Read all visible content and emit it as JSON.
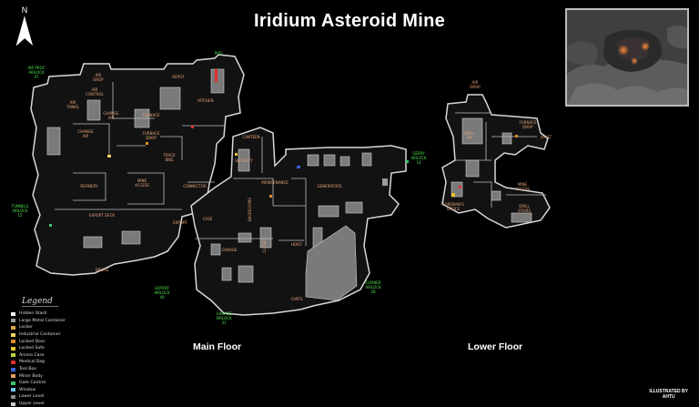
{
  "title": "Iridium Asteroid Mine",
  "compass": {
    "label": "N",
    "icon": "north-arrow-icon"
  },
  "floors": {
    "main": "Main Floor",
    "lower": "Lower Floor"
  },
  "credit": {
    "line1": "ILLUSTRATED BY",
    "line2": "AHTU"
  },
  "rooms_main": {
    "air_proc_airlock": [
      "AIR PROC",
      "AIRLOCK",
      "07"
    ],
    "air_drop": [
      "AIR",
      "DROP"
    ],
    "air_control": [
      "AIR",
      "CONTROL"
    ],
    "air_tanks": [
      "AIR",
      "TANKS"
    ],
    "change_air": [
      "CHANGE",
      "AIR"
    ],
    "depot": "DEPOT",
    "pod": "POD",
    "kitchen": "KITCHEN",
    "furnace": "FURNACE",
    "furnace_drop": [
      "FURNACE",
      "DROP"
    ],
    "track_bike": [
      "TRACK",
      "BIKE"
    ],
    "mine_access": [
      "MINE",
      "ACCESS"
    ],
    "refinery": "REFINERY",
    "connector": "CONNECTOR",
    "canteen": "CANTEEN",
    "security": "SECURITY",
    "maintenance": "MAINTENANCE",
    "generators": "GENERATORS",
    "gerry_airlock": [
      "GERRY",
      "AIRLOCK",
      "14"
    ],
    "tunnels_airlock": [
      "TUNNELS",
      "AIRLOCK",
      "15"
    ],
    "export_deck": "EXPORT DECK",
    "export": "EXPORT",
    "case": "CASE",
    "backrooms": "BACKROOMS",
    "garage": "GARAGE",
    "closet": "CLOSET",
    "hoist": "HOIST",
    "drums": "DRUMS",
    "export_airlock": [
      "EXPORT",
      "AIRLOCK",
      "40"
    ],
    "garage_airlock": [
      "GARAGE",
      "AIRLOCK",
      "31"
    ],
    "corner_airlock": [
      "CORNER",
      "AIRLOCK",
      "28"
    ],
    "carts": "CARTS"
  },
  "rooms_lower": {
    "air_drop": [
      "AIR",
      "DROP"
    ],
    "drill_pit": [
      "DRILL",
      "PIT"
    ],
    "furnace_drop": [
      "FURNACE",
      "DROP"
    ],
    "vault": "VAULT",
    "foremans_office": [
      "FOREMAN'S",
      "OFFICE"
    ],
    "mine_access": [
      "MINE",
      "ACCESS"
    ],
    "drill_stairs": [
      "DRILL",
      "STAIRS"
    ]
  },
  "legend": {
    "title": "Legend",
    "items": [
      {
        "label": "Hidden Stash",
        "color": "#ffffff",
        "icon": "hidden-stash-icon"
      },
      {
        "label": "Large Metal Container",
        "color": "#9b9b9b",
        "icon": "large-metal-container-icon"
      },
      {
        "label": "Locker",
        "color": "#d9a441",
        "icon": "locker-icon"
      },
      {
        "label": "Industrial Container",
        "color": "#f0d060",
        "icon": "industrial-container-icon"
      },
      {
        "label": "Locked Door",
        "color": "#e08a2a",
        "icon": "locked-door-icon"
      },
      {
        "label": "Locked Safe",
        "color": "#e6c52b",
        "icon": "locked-safe-icon"
      },
      {
        "label": "Ammo Case",
        "color": "#c2d246",
        "icon": "ammo-case-icon"
      },
      {
        "label": "Medical Bag",
        "color": "#e03030",
        "icon": "medical-bag-icon"
      },
      {
        "label": "Tool Box",
        "color": "#3a62d6",
        "icon": "tool-box-icon"
      },
      {
        "label": "Miner Body",
        "color": "#e0a060",
        "icon": "miner-body-icon"
      },
      {
        "label": "Gate Control",
        "color": "#39c46a",
        "icon": "gate-control-icon"
      },
      {
        "label": "Window",
        "color": "#6ec7e6",
        "icon": "window-icon"
      },
      {
        "label": "Lower Level",
        "color": "#8a8a8a",
        "icon": "lower-level-icon"
      },
      {
        "label": "Upper Level",
        "color": "#cfcfcf",
        "icon": "upper-level-icon"
      }
    ]
  },
  "colors": {
    "background": "#000000",
    "floor": "#111111",
    "wall": "#d8d8d8",
    "room_label": "#e6a37a",
    "airlock_label": "#4fe04f"
  }
}
